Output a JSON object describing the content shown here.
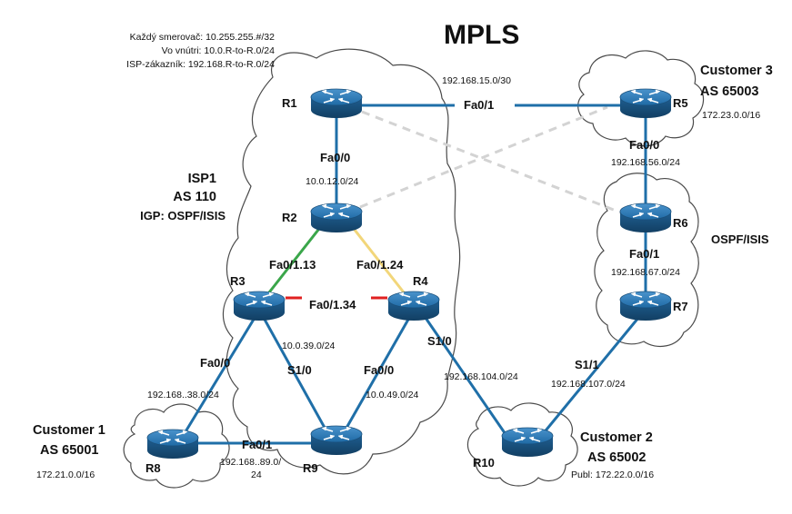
{
  "title": "MPLS",
  "legend": {
    "line1": "Každý smerovač: 10.255.255.#/32",
    "line2": "Vo vnútri: 10.0.R-to-R.0/24",
    "line3": "ISP-zákazník: 192.168.R-to-R.0/24"
  },
  "isp1": {
    "name": "ISP1",
    "as": "AS 110",
    "igp": "IGP: OSPF/ISIS"
  },
  "customers": {
    "c1": {
      "name": "Customer 1",
      "as": "AS 65001",
      "net": "172.21.0.0/16"
    },
    "c2": {
      "name": "Customer 2",
      "as": "AS 65002",
      "net": "Publ: 172.22.0.0/16"
    },
    "c3": {
      "name": "Customer 3",
      "as": "AS 65003",
      "net": "172.23.0.0/16"
    }
  },
  "ospf_isis": "OSPF/ISIS",
  "routers": {
    "r1": "R1",
    "r2": "R2",
    "r3": "R3",
    "r4": "R4",
    "r5": "R5",
    "r6": "R6",
    "r7": "R7",
    "r8": "R8",
    "r9": "R9",
    "r10": "R10"
  },
  "interfaces": {
    "r1_r5": "Fa0/1",
    "r1_r2": "Fa0/0",
    "r2_r3": "Fa0/1.13",
    "r2_r4": "Fa0/1.24",
    "r3_r4": "Fa0/1.34",
    "r5_r6": "Fa0/0",
    "r6_r7": "Fa0/1",
    "r3_r8": "Fa0/0",
    "r3_r9": "S1/0",
    "r4_r9": "Fa0/0",
    "r4_r10": "S1/0",
    "r7_r10": "S1/1",
    "r8_r9": "Fa0/1"
  },
  "networks": {
    "r1_r5": "192.168.15.0/30",
    "r1_r2": "10.0.12.0/24",
    "r5_r6": "192.168.56.0/24",
    "r6_r7": "192.168.67.0/24",
    "r3_r9": "10.0.39.0/24",
    "r4_r9": "10.0.49.0/24",
    "r4_r10": "192.168.104.0/24",
    "r7_r10": "192.168.107.0/24",
    "r3_r8": "192.168..38.0/24",
    "r8_r9_a": "192.168..89.0/",
    "r8_r9_b": "24"
  },
  "colors": {
    "link": "#1f6fa8",
    "router_top": "#2b7bb9",
    "router_side": "#1a4f7a",
    "link_green": "#3aa64a",
    "link_yellow": "#f2d67a",
    "link_red": "#e02020",
    "dashed": "#d3d3d3",
    "cloud_stroke": "#4a4a4a"
  }
}
